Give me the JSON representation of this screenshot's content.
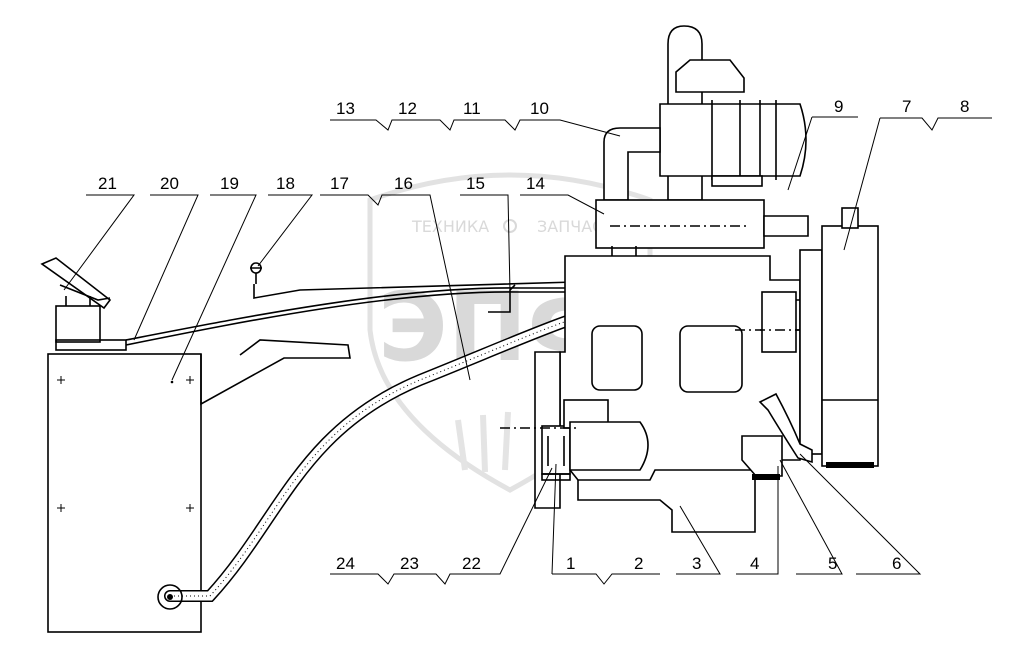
{
  "watermark": {
    "left_word": "ТЕХНИКА",
    "right_word": "ЗАПЧАСТИ",
    "logo_letters": "ЭПФ"
  },
  "callouts": {
    "top_row_a": [
      "13",
      "12",
      "11",
      "10"
    ],
    "top_row_b": [
      "9",
      "7",
      "8"
    ],
    "mid_row": [
      "21",
      "20",
      "19",
      "18",
      "17",
      "16",
      "15",
      "14"
    ],
    "bottom_row_a": [
      "24",
      "23",
      "22"
    ],
    "bottom_row_b": [
      "1",
      "2",
      "3",
      "4",
      "5",
      "6"
    ]
  },
  "colors": {
    "line": "#000000",
    "watermark": "#d9d9d9",
    "hose_fill": "#ffffff"
  }
}
